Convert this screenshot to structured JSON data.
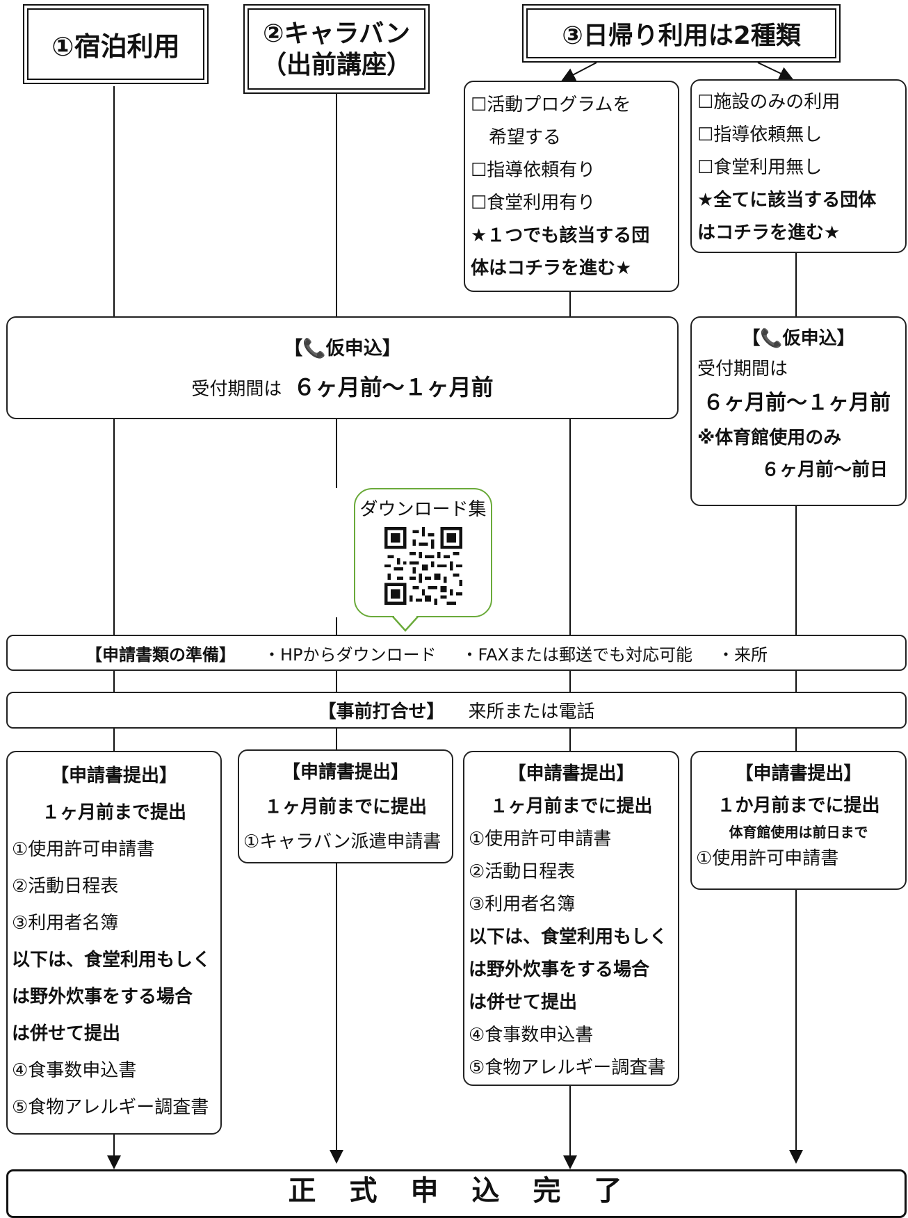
{
  "headers": {
    "stay": "①宿泊利用",
    "caravan_line1": "②キャラバン",
    "caravan_line2": "（出前講座）",
    "dayuse": "③日帰り利用は2種類"
  },
  "option_a": {
    "lines": [
      "☐活動プログラムを",
      "　希望する",
      "☐指導依頼有り",
      "☐食堂利用有り"
    ],
    "note_lines": [
      "★１つでも該当する団",
      "体はコチラを進む★"
    ]
  },
  "option_b": {
    "lines": [
      "☐施設のみの利用",
      "☐指導依頼無し",
      "☐食堂利用無し"
    ],
    "note_lines": [
      "★全てに該当する団体",
      "はコチラを進む★"
    ]
  },
  "provisional_main": {
    "title": "【📞仮申込】",
    "period_prefix": "受付期間は",
    "period_value": "６ヶ月前～１ヶ月前"
  },
  "provisional_side": {
    "title": "【📞仮申込】",
    "period_prefix": "受付期間は",
    "period_value": "６ヶ月前～１ヶ月前",
    "note1": "※体育館使用のみ",
    "note2": "６ヶ月前～前日"
  },
  "download": {
    "label": "ダウンロード集"
  },
  "prep": {
    "title": "【申請書類の準備】",
    "items": [
      "・HPからダウンロード",
      "・FAXまたは郵送でも対応可能",
      "・来所"
    ]
  },
  "meeting": {
    "title": "【事前打合せ】",
    "text": "来所または電話"
  },
  "submit_stay": {
    "title": "【申請書提出】",
    "deadline": "１ヶ月前まで提出",
    "docs": [
      "①使用許可申請書",
      "②活動日程表",
      "③利用者名簿"
    ],
    "note": [
      "以下は、食堂利用もしく",
      "は野外炊事をする場合",
      "は併せて提出"
    ],
    "extra_docs": [
      "④食事数申込書",
      "⑤食物アレルギー調査書"
    ]
  },
  "submit_caravan": {
    "title": "【申請書提出】",
    "deadline": "１ヶ月前までに提出",
    "docs": [
      "①キャラバン派遣申請書"
    ]
  },
  "submit_day_a": {
    "title": "【申請書提出】",
    "deadline": "１ヶ月前までに提出",
    "docs": [
      "①使用許可申請書",
      "②活動日程表",
      "③利用者名簿"
    ],
    "note": [
      "以下は、食堂利用もしく",
      "は野外炊事をする場合",
      "は併せて提出"
    ],
    "extra_docs": [
      "④食事数申込書",
      "⑤食物アレルギー調査書"
    ]
  },
  "submit_day_b": {
    "title": "【申請書提出】",
    "deadline": "１か月前までに提出",
    "subnote": "体育館使用は前日まで",
    "docs": [
      "①使用許可申請書"
    ]
  },
  "final": {
    "label": "正　式　申　込　完　了"
  }
}
